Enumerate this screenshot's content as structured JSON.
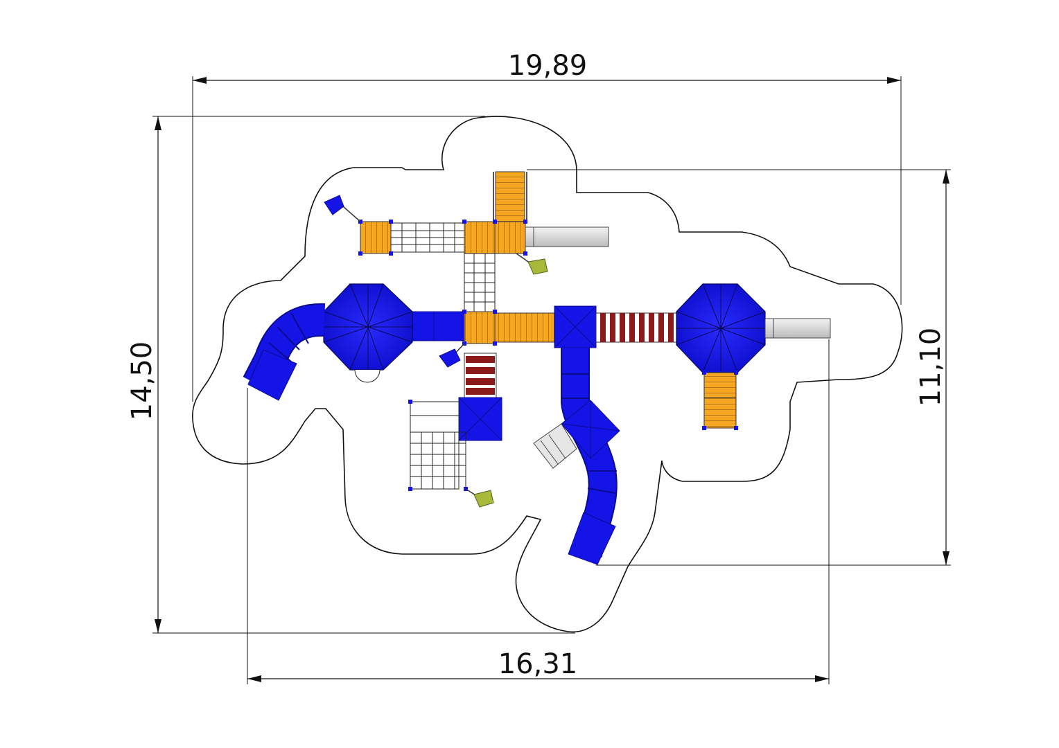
{
  "dimensions": {
    "top_width": "19,89",
    "bottom_width": "16,31",
    "left_height": "14,50",
    "right_height": "11,10"
  },
  "colors": {
    "line": "#111111",
    "blue": "#1414e6",
    "blue_dark": "#0b0b8f",
    "wood": "#f5a623",
    "wood_line": "#b8741a",
    "red": "#8b1a1a",
    "grey_slide": "#d9d9d9",
    "green_rider": "#a7b83a"
  }
}
